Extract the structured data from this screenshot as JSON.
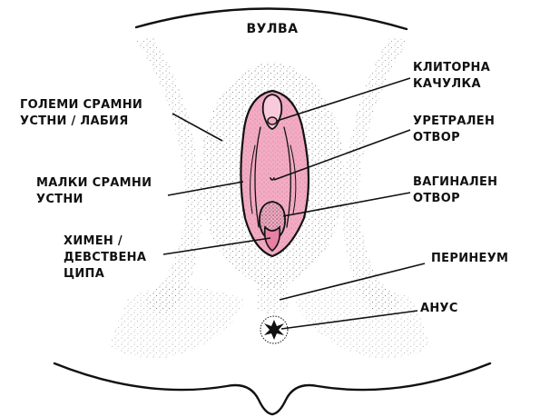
{
  "title": "ВУЛВА",
  "labels": {
    "labia_majora": [
      "ГОЛЕМИ СРАМНИ",
      "УСТНИ / ЛАБИЯ"
    ],
    "labia_minora": [
      "МАЛКИ СРАМНИ",
      "УСТНИ"
    ],
    "hymen": [
      "ХИМЕН /",
      "ДЕВСТВЕНА",
      "ЦИПА"
    ],
    "clitoral_hood": [
      "КЛИТОРНА",
      "КАЧУЛКА"
    ],
    "urethral_opening": [
      "УРЕТРАЛЕН",
      "ОТВОР"
    ],
    "vaginal_opening": [
      "ВАГИНАЛЕН",
      "ОТВОР"
    ],
    "perineum": [
      "ПЕРИНЕУМ"
    ],
    "anus": [
      "АНУС"
    ]
  },
  "colors": {
    "ink": "#111111",
    "tissue_pink": "#f3aac3",
    "tissue_pink_light": "#f8cadb",
    "hymen_pink": "#e87fa4",
    "stipple": "#444444",
    "background": "#ffffff"
  }
}
